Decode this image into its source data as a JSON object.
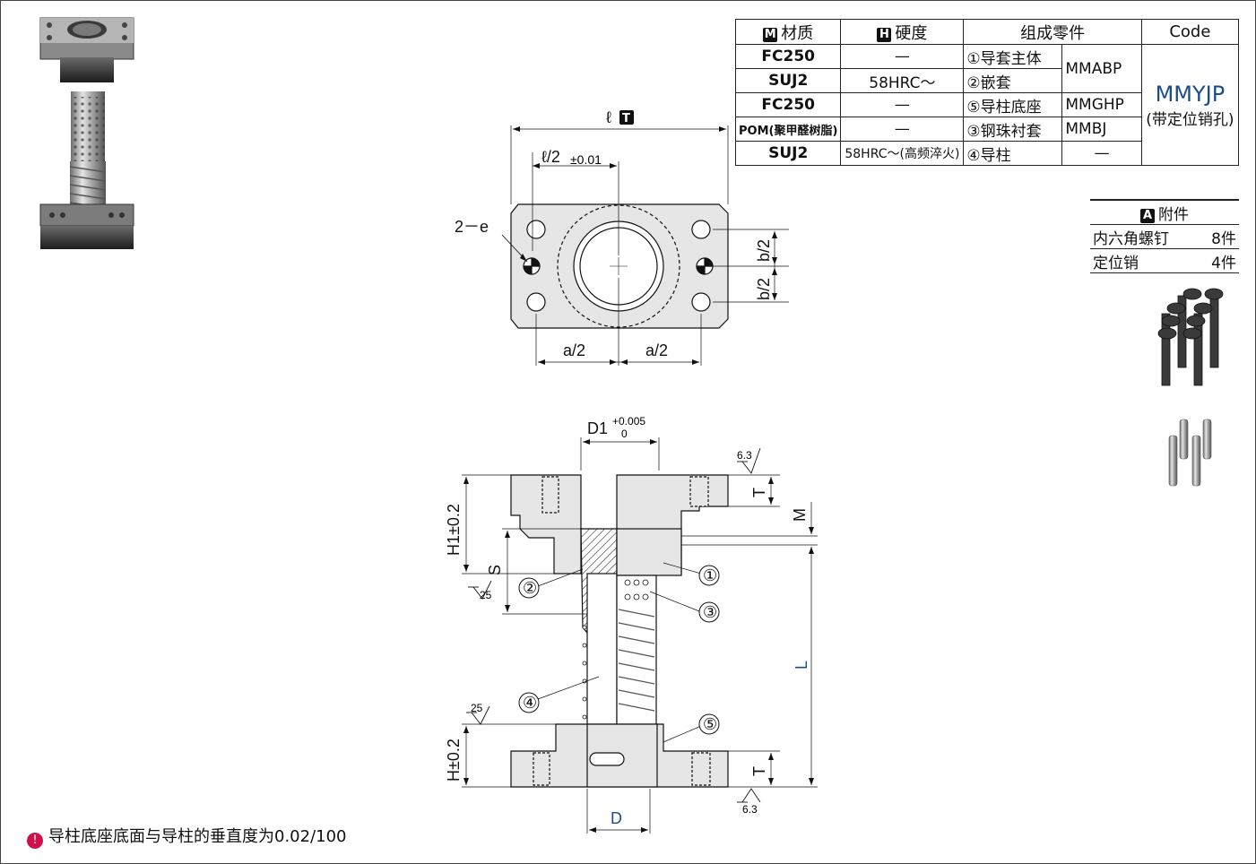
{
  "spec_table": {
    "headers": {
      "material": "材质",
      "hardness": "硬度",
      "parts": "组成零件",
      "code": "Code"
    },
    "header_badges": {
      "material": "M",
      "hardness": "H"
    },
    "rows": [
      {
        "material": "FC250",
        "hardness": "—",
        "part": "①导套主体",
        "part_code": "MMABP"
      },
      {
        "material": "SUJ2",
        "hardness": "58HRC～",
        "part": "②嵌套",
        "part_code": ""
      },
      {
        "material": "FC250",
        "hardness": "—",
        "part": "⑤导柱底座",
        "part_code": "MMGHP"
      },
      {
        "material": "POM(聚甲醛树脂)",
        "hardness": "—",
        "part": "③钢珠衬套",
        "part_code": "MMBJ"
      },
      {
        "material": "SUJ2",
        "hardness": "58HRC～(高频淬火)",
        "part": "④导柱",
        "part_code": "—"
      }
    ],
    "code_main": "MMYJP",
    "code_sub": "(带定位销孔)"
  },
  "accessories": {
    "badge": "A",
    "title": "附件",
    "items": [
      {
        "name": "内六角螺钉",
        "qty": "8件"
      },
      {
        "name": "定位销",
        "qty": "4件"
      }
    ]
  },
  "top_view": {
    "l_label": "ℓ",
    "t_badge": "T",
    "l_half": "ℓ/2",
    "l_half_tol": "±0.01",
    "e_label": "2－e",
    "b_half_top": "b/2",
    "b_half_bottom": "b/2",
    "a_half_left": "a/2",
    "a_half_right": "a/2"
  },
  "section_view": {
    "d1_label": "D1",
    "d1_tol_upper": "+0.005",
    "d1_tol_lower": "0",
    "h1_label": "H1±0.2",
    "s_label": "S",
    "rough_25_a": "25",
    "rough_25_b": "25",
    "rough_63_top": "6.3",
    "rough_63_bottom": "6.3",
    "t_top": "T",
    "t_bottom": "T",
    "m_label": "M",
    "l_label": "L",
    "h_label": "H±0.2",
    "d_label": "D",
    "callouts": [
      "①",
      "②",
      "③",
      "④",
      "⑤"
    ]
  },
  "note": {
    "icon": "!",
    "text": "导柱底座底面与导柱的垂直度为0.02/100"
  },
  "colors": {
    "accent_blue": "#1a4d8c",
    "note_red": "#d0104c"
  }
}
